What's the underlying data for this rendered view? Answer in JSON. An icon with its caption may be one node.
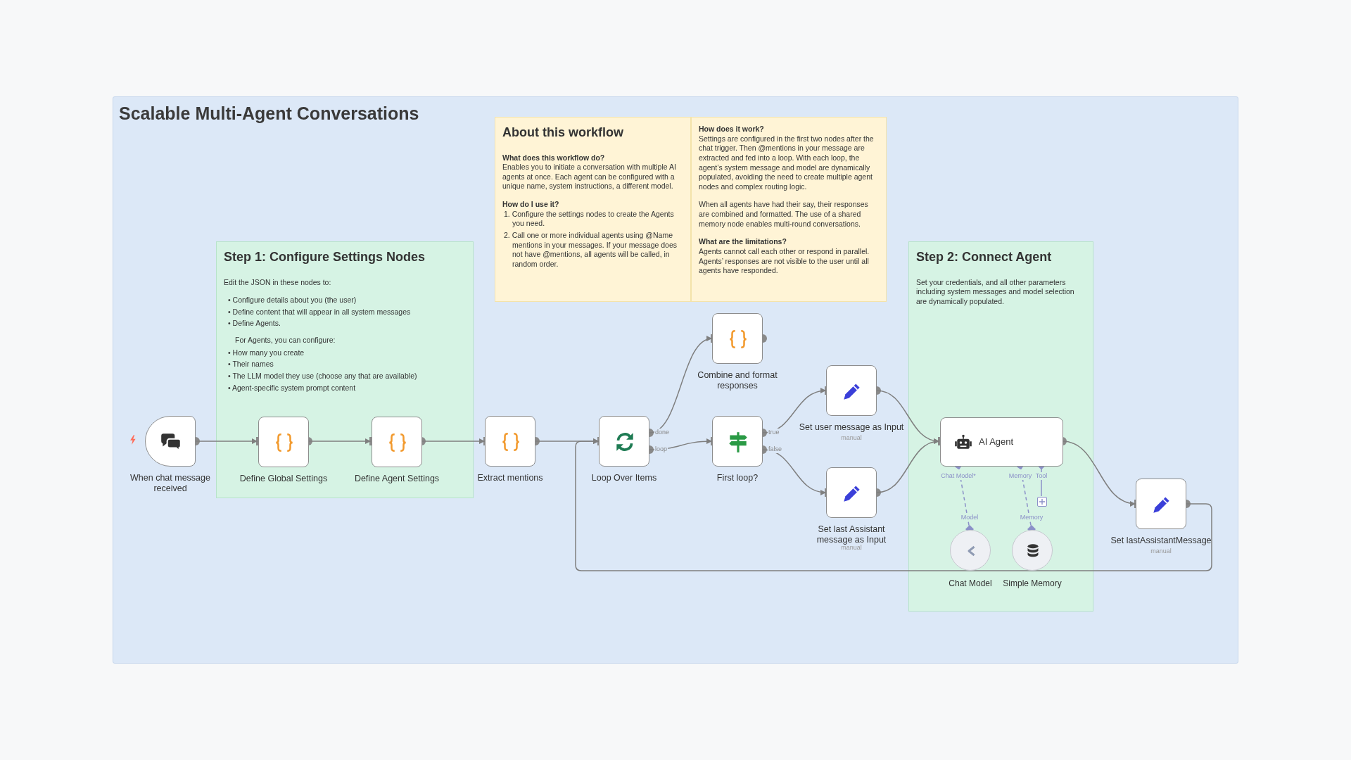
{
  "diagram": {
    "title": "Scalable Multi-Agent Conversations",
    "nodes": [
      {
        "text": [
          "About this workflow",
          "What does this workflow do?",
          "Enables you to initiate a conversation with multiple AI agents at once. Each agent can be configured with a unique name, system instructions, a different model.",
          "How do I use it?",
          "1. Configure the settings nodes to create the Agents you need.",
          "2. Call one or more individual agents using @Name mentions in your messages. If your message does not have @mentions, all agents will be called, in random order."
        ]
      },
      {
        "text": [
          "How does it work?",
          "Settings are configured in the first two nodes after the chat trigger. Then @mentions in your message are extracted and fed into a loop. With each loop, the agent’s system message and model are dynamically populated, avoiding the need to create multiple agent nodes and complex routing logic.",
          "When all agents have had their say, their responses are combined and formatted. The use of a shared memory node enables multi-round conversations.",
          "What are the limitations?",
          "Agents cannot call each other or respond in parallel. Agents’ responses are not visible to the user until all agents have responded."
        ]
      },
      {
        "text": [
          "Step 1: Configure Settings Nodes",
          "Edit the JSON in these nodes to:",
          "• Configure details about you (the user)",
          "• Define content that will appear in all system messages",
          "• Define Agents.",
          "For Agents, you can configure:",
          "• How many you create",
          "• Their names",
          "• The LLM model they use (choose any that are available)",
          "• Agent-specific system prompt content"
        ]
      },
      {
        "text": [
          "Step 2: Connect Agent",
          "Set your credentials, and all other parameters including system messages and model selection are dynamically populated."
        ]
      },
      {
        "text": [
          "When chat message received"
        ]
      },
      {
        "text": [
          "Define Global Settings"
        ],
        "in": 2
      },
      {
        "text": [
          "Define Agent Settings"
        ],
        "in": 2
      },
      {
        "text": [
          "Extract mentions"
        ]
      },
      {
        "text": [
          "Loop Over Items"
        ]
      },
      {
        "text": [
          "Combine and format responses"
        ]
      },
      {
        "text": [
          "First loop?"
        ]
      },
      {
        "text": [
          "Set user message as Input"
        ],
        "beside": [
          "manual"
        ]
      },
      {
        "text": [
          "Set last Assistant message as Input"
        ]
      },
      {
        "text": [
          "AI Agent"
        ],
        "in": 3
      },
      {
        "text": [
          "Chat Model"
        ],
        "in": 3
      },
      {
        "text": [
          "Simple Memory"
        ],
        "in": 3
      },
      {
        "text": [
          "Set lastAssistantMessage"
        ],
        "beside": [
          "manual"
        ]
      },
      {
        "text": [],
        "shape": "box",
        "in": 3
      }
    ],
    "edges": [
      {
        "from": 4,
        "to": 5,
        "arrow": "to"
      },
      {
        "from": 5,
        "to": 6,
        "arrow": "to"
      },
      {
        "from": 6,
        "to": 7,
        "arrow": "to"
      },
      {
        "from": 7,
        "to": 8,
        "arrow": "to"
      },
      {
        "from": 8,
        "to": 9,
        "arrow": "to",
        "label": "done"
      },
      {
        "from": 8,
        "to": 10,
        "arrow": "to",
        "label": "loop"
      },
      {
        "from": 10,
        "to": 11,
        "arrow": "to",
        "label": "true"
      },
      {
        "from": 10,
        "to": 12,
        "arrow": "to",
        "label": "false"
      },
      {
        "from": 11,
        "to": 13,
        "arrow": "to"
      },
      {
        "from": 12,
        "to": 13,
        "arrow": "to"
      },
      {
        "from": 13,
        "to": 16,
        "arrow": "to"
      },
      {
        "from": 16,
        "to": 8,
        "arrow": "to"
      },
      {
        "from": 13,
        "to": 14,
        "arrow": "other",
        "style": "dashed",
        "color": "#8b90c8"
      },
      {
        "from": 13,
        "to": 15,
        "arrow": "other",
        "style": "dashed",
        "color": "#8b90c8"
      },
      {
        "from": 13,
        "to": 17,
        "arrow": "other",
        "color": "#8b90c8"
      }
    ],
    "labels": [
      "Chat Model*",
      "Memory",
      "Tool",
      "Model",
      "Memory",
      "manual"
    ]
  }
}
